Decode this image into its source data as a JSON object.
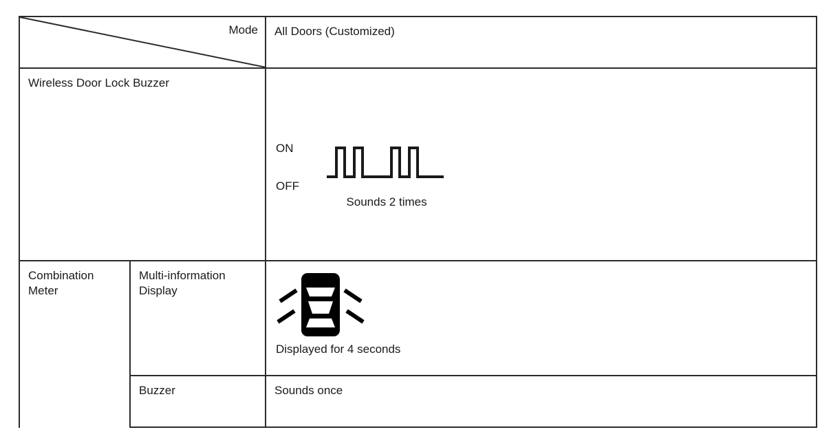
{
  "table": {
    "header": {
      "corner_label": "Mode",
      "mode_value": "All Doors (Customized)"
    },
    "rows": [
      {
        "label": "Wireless Door Lock Buzzer",
        "waveform": {
          "on_label": "ON",
          "off_label": "OFF",
          "caption": "Sounds 2 times",
          "pulse_count": 4,
          "groups": 2
        }
      },
      {
        "label": "Combination Meter",
        "sub_label": "Multi-information Display",
        "icon_name": "vehicle-door-lock-indicator-icon",
        "icon_caption": "Displayed for 4 seconds"
      },
      {
        "sub_label": "Buzzer",
        "value": "Sounds once"
      }
    ]
  },
  "colors": {
    "line": "#2b2b2b",
    "text": "#1a1a1a",
    "background": "#ffffff"
  }
}
